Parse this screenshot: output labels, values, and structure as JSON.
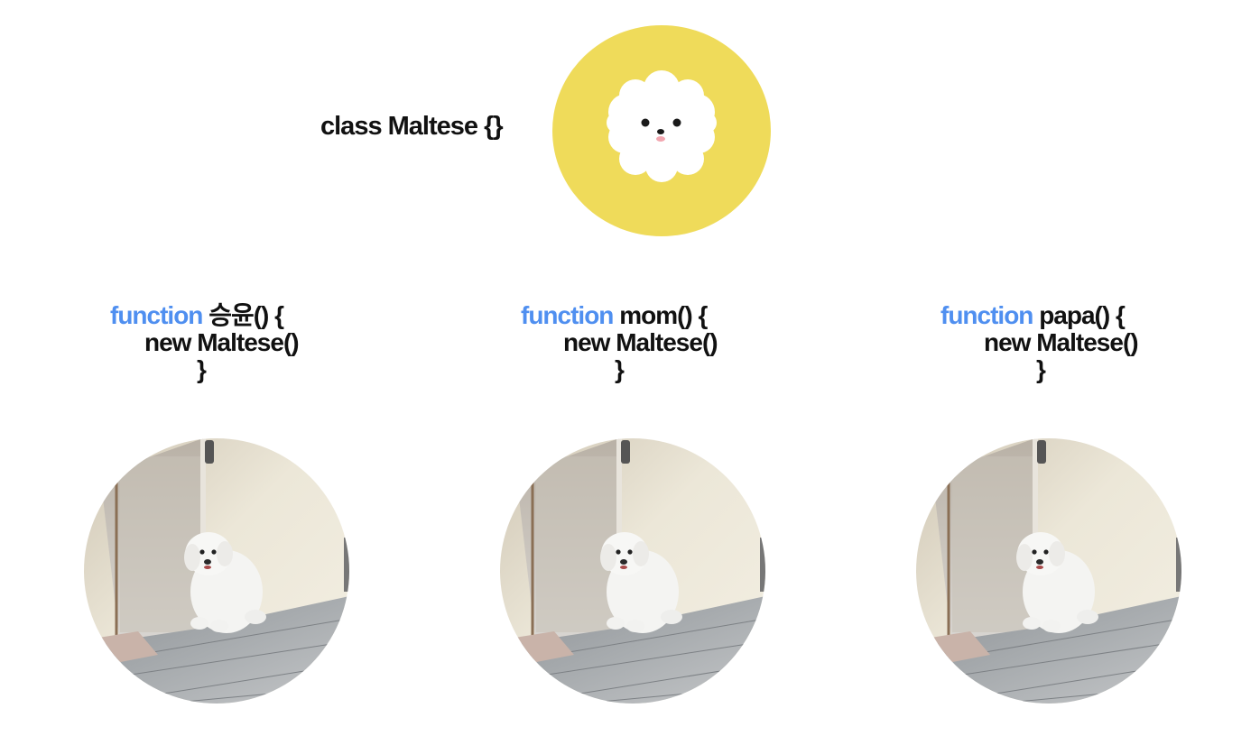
{
  "class_node": {
    "declaration": "class Maltese {}",
    "icon": "maltese-cartoon-icon",
    "icon_bg_color": "#efdb5a"
  },
  "colors": {
    "keyword": "#4f8ff0",
    "text": "#111111"
  },
  "functions": [
    {
      "keyword": "function",
      "signature": "승윤() {",
      "body": "new Maltese()",
      "closing": "}",
      "photo": "maltese-dog-photo"
    },
    {
      "keyword": "function",
      "signature": "mom() {",
      "body": "new Maltese()",
      "closing": "}",
      "photo": "maltese-dog-photo"
    },
    {
      "keyword": "function",
      "signature": "papa() {",
      "body": "new Maltese()",
      "closing": "}",
      "photo": "maltese-dog-photo"
    }
  ]
}
